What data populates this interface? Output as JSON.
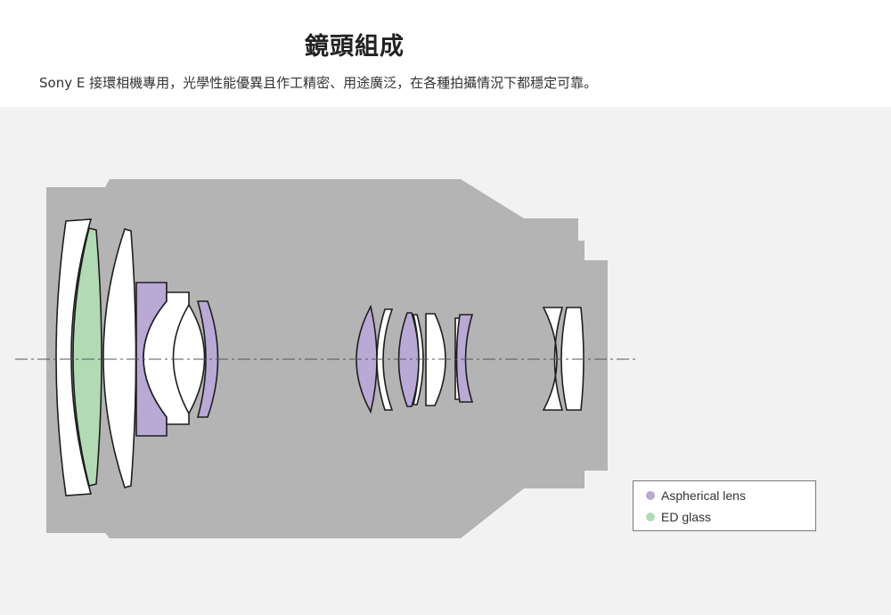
{
  "header": {
    "title": "鏡頭組成",
    "description": "Sony E 接環相機專用，光學性能優異且作工精密、用途廣泛，在各種拍攝情況下都穩定可靠。"
  },
  "legend": {
    "items": [
      {
        "label": "Aspherical lens",
        "color": "#b9a9d5"
      },
      {
        "label": "ED glass",
        "color": "#b2dbb5"
      }
    ]
  },
  "colors": {
    "background": "#ffffff",
    "panel": "#f2f2f2",
    "barrel": "#b4b4b4",
    "element_plain": "#ffffff",
    "element_stroke": "#1e1e1e",
    "optical_axis": "#555555"
  }
}
